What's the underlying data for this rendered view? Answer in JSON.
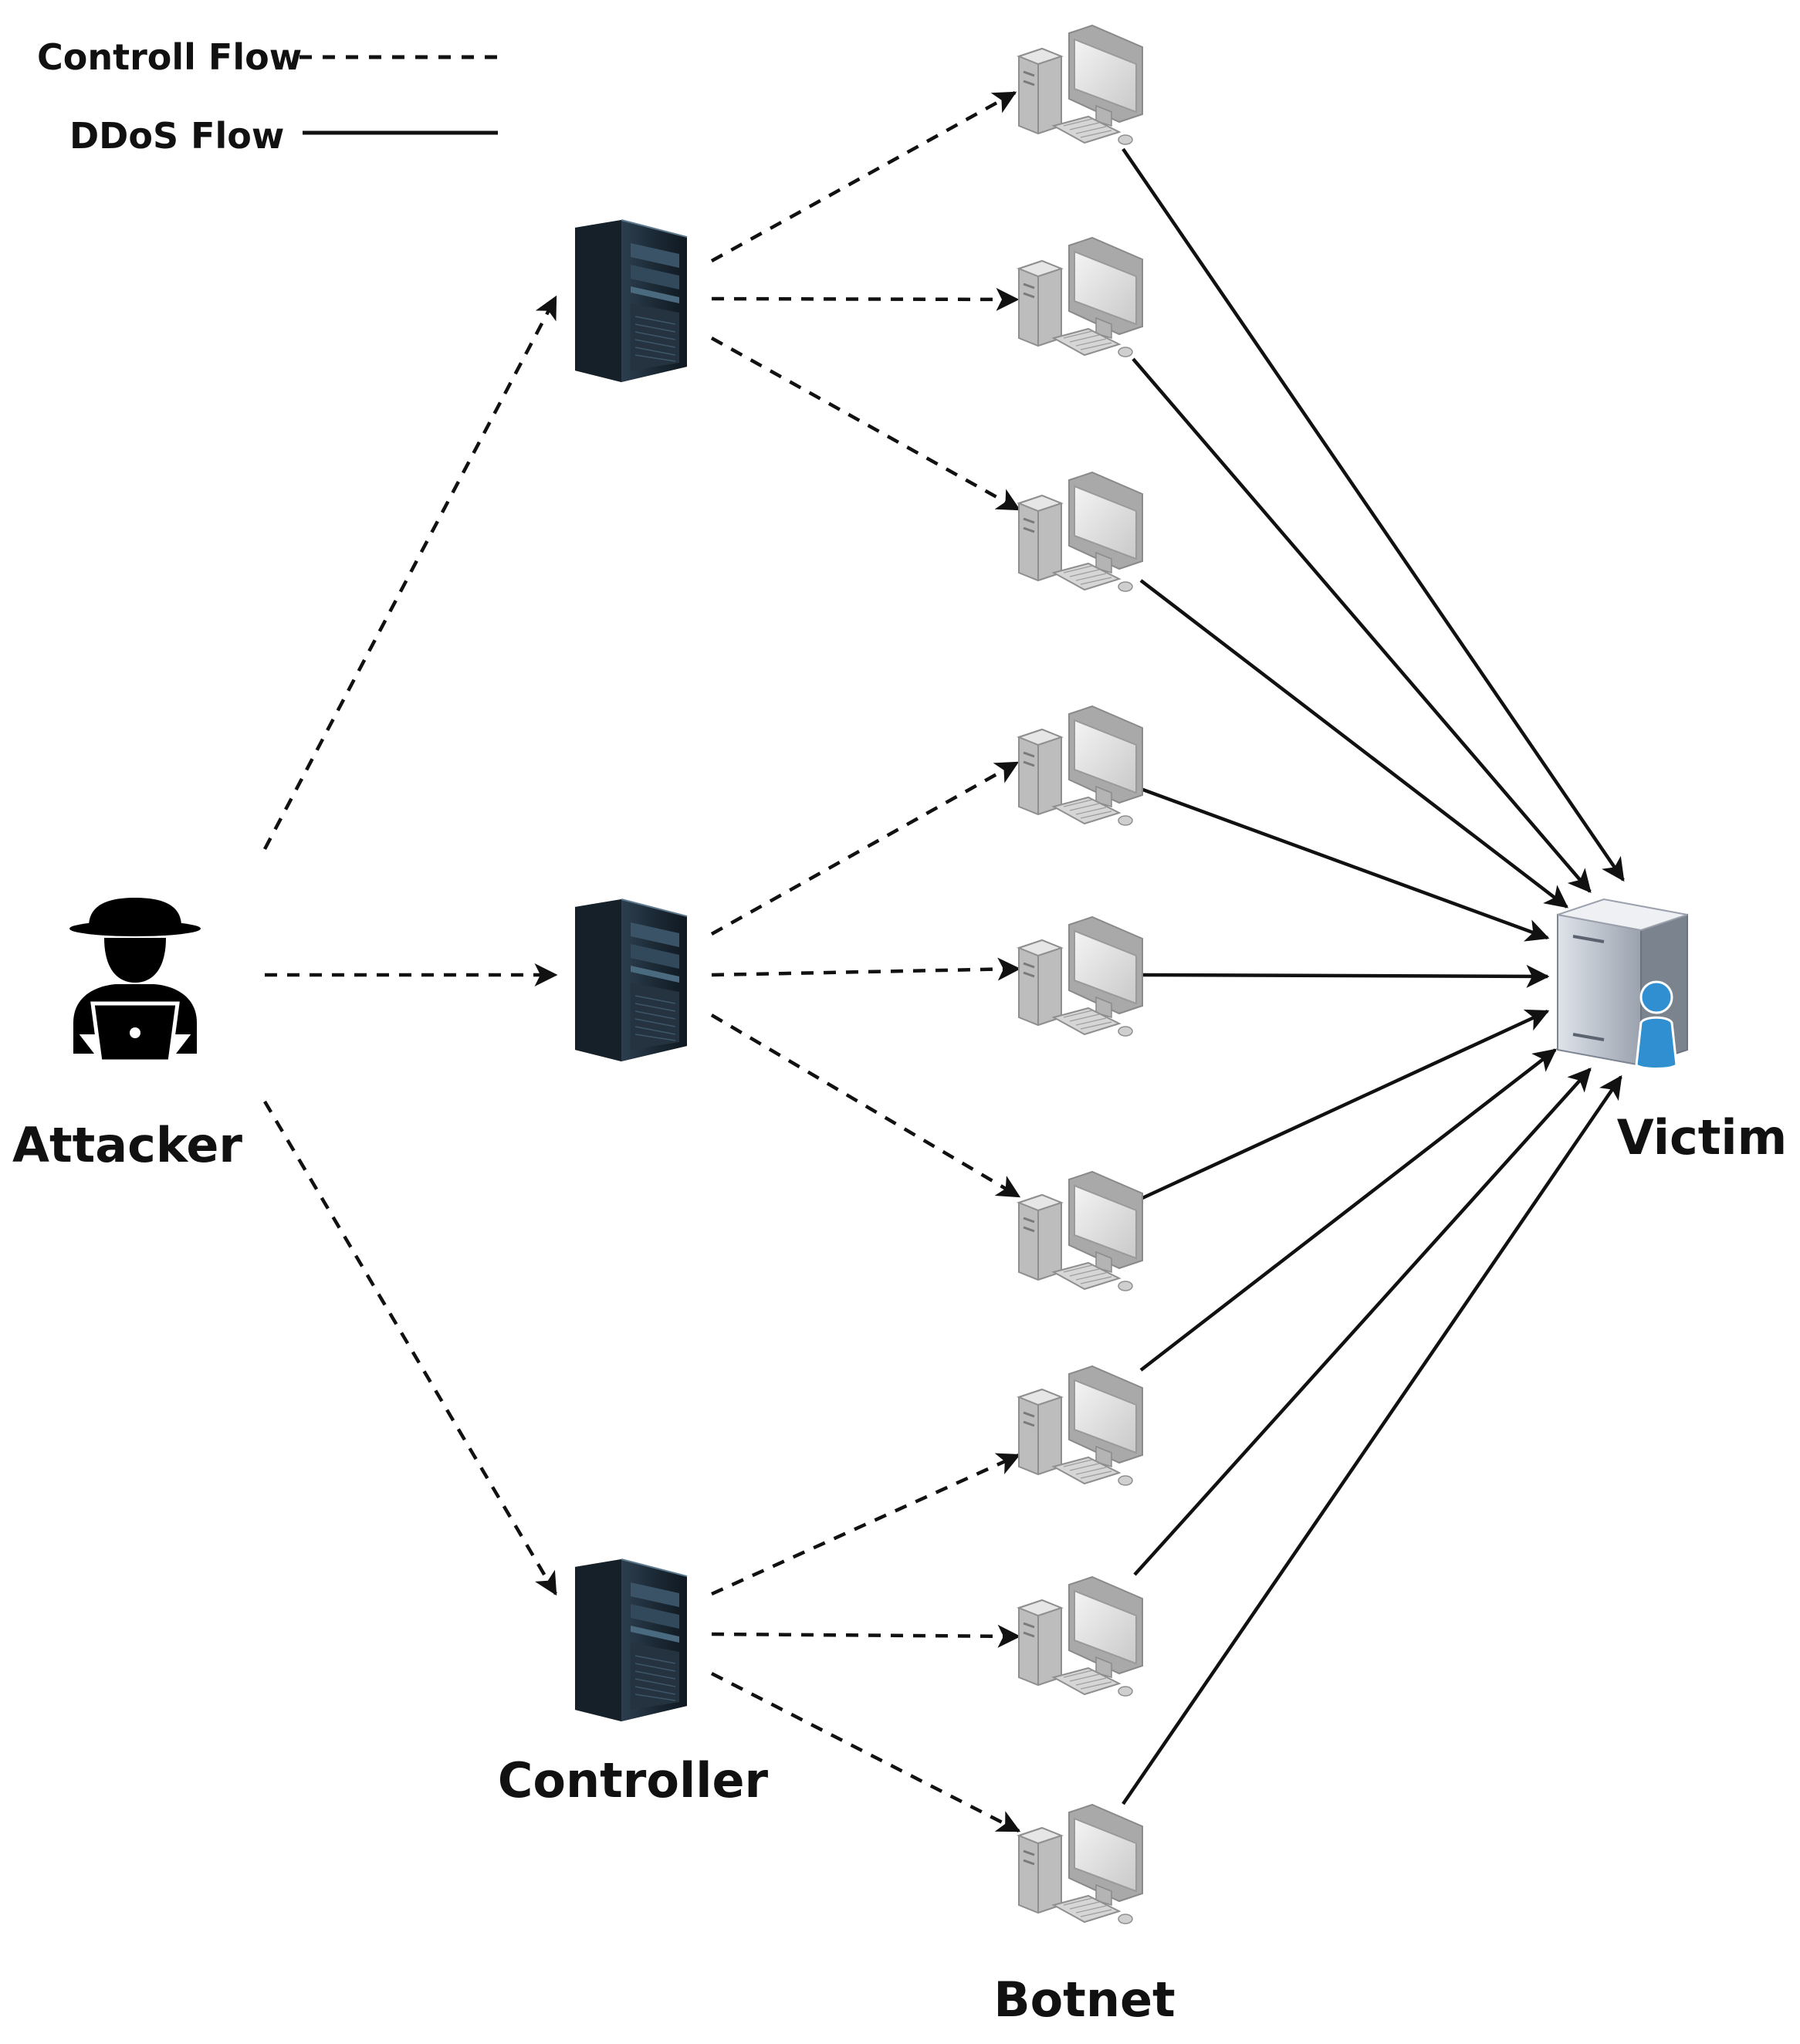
{
  "legend": {
    "control_label": "Controll Flow",
    "ddos_label": "DDoS Flow"
  },
  "nodes": {
    "attacker_label": "Attacker",
    "controller_label": "Controller",
    "botnet_label": "Botnet",
    "victim_label": "Victim"
  },
  "colors": {
    "line": "#111111",
    "server_dark": "#1c2a36",
    "workstation_gray": "#d9d9d9",
    "victim_server": "#b8bec8",
    "victim_user": "#2f8fd0"
  },
  "edges": {
    "control": [
      [
        "attacker",
        "controller-1"
      ],
      [
        "attacker",
        "controller-2"
      ],
      [
        "attacker",
        "controller-3"
      ],
      [
        "controller-1",
        "bot-1"
      ],
      [
        "controller-1",
        "bot-2"
      ],
      [
        "controller-1",
        "bot-3"
      ],
      [
        "controller-2",
        "bot-4"
      ],
      [
        "controller-2",
        "bot-5"
      ],
      [
        "controller-2",
        "bot-6"
      ],
      [
        "controller-3",
        "bot-7"
      ],
      [
        "controller-3",
        "bot-8"
      ],
      [
        "controller-3",
        "bot-9"
      ]
    ],
    "ddos": [
      [
        "bot-1",
        "victim"
      ],
      [
        "bot-2",
        "victim"
      ],
      [
        "bot-3",
        "victim"
      ],
      [
        "bot-4",
        "victim"
      ],
      [
        "bot-5",
        "victim"
      ],
      [
        "bot-6",
        "victim"
      ],
      [
        "bot-7",
        "victim"
      ],
      [
        "bot-8",
        "victim"
      ],
      [
        "bot-9",
        "victim"
      ]
    ]
  }
}
